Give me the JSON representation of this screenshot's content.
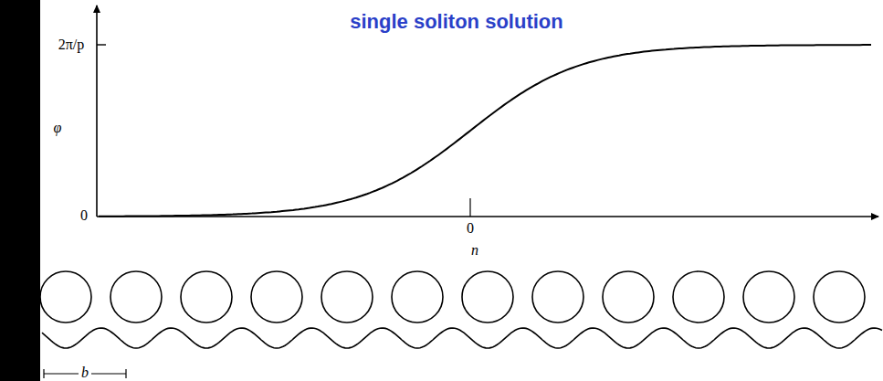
{
  "diagram": {
    "title": "single soliton solution",
    "labels": [
      "2π/p",
      "φ",
      "0",
      "0",
      "n",
      "b"
    ]
  }
}
